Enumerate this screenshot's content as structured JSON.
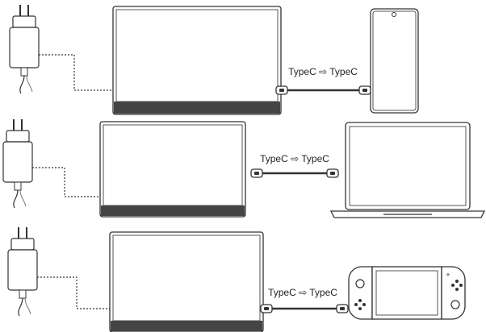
{
  "rows": [
    {
      "cable_label": "TypeC ⇨ TypeC",
      "target_device": "smartphone"
    },
    {
      "cable_label": "TypeC ⇨ TypeC",
      "target_device": "laptop"
    },
    {
      "cable_label": "TypeC ⇨ TypeC",
      "target_device": "handheld-game-console"
    }
  ],
  "colors": {
    "stroke": "#333333",
    "screen_bezel": "#444444",
    "background": "#ffffff"
  }
}
